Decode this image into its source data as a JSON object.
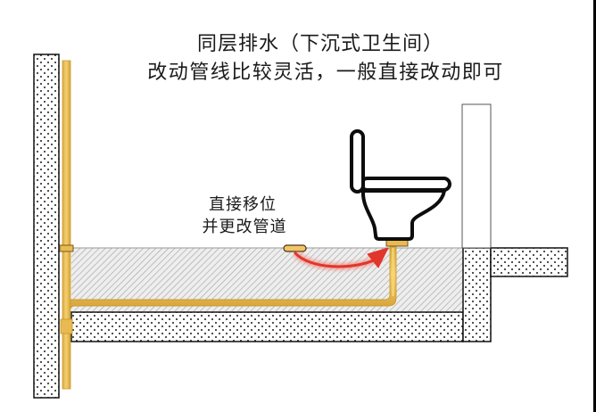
{
  "title": {
    "line1": "同层排水（下沉式卫生间）",
    "line2": "改动管线比较灵活，一般直接改动即可"
  },
  "annotation": {
    "line1": "直接移位",
    "line2": "并更改管道"
  },
  "colors": {
    "pipe": "#EFC35A",
    "pipe_edge": "#C99A2E",
    "fitting": "#E9BA52",
    "arrow": "#E2352B",
    "arrow_glow": "#F08A80",
    "hatch_bg": "#EEEEEE",
    "hatch_line": "#A6A6A6",
    "dot": "#222222",
    "outline": "#111111",
    "toilet_stroke": "#0D0D0D"
  },
  "symbols": {
    "left_wall": "concrete-wall",
    "riser_pipe": "vertical-drain-pipe",
    "sunken_fill": "hatched-backfill-layer",
    "floor_slab": "concrete-slab",
    "toilet": "toilet-icon",
    "old_outlet": "original-drain-outlet",
    "relocation_arrow": "curved-arrow"
  }
}
